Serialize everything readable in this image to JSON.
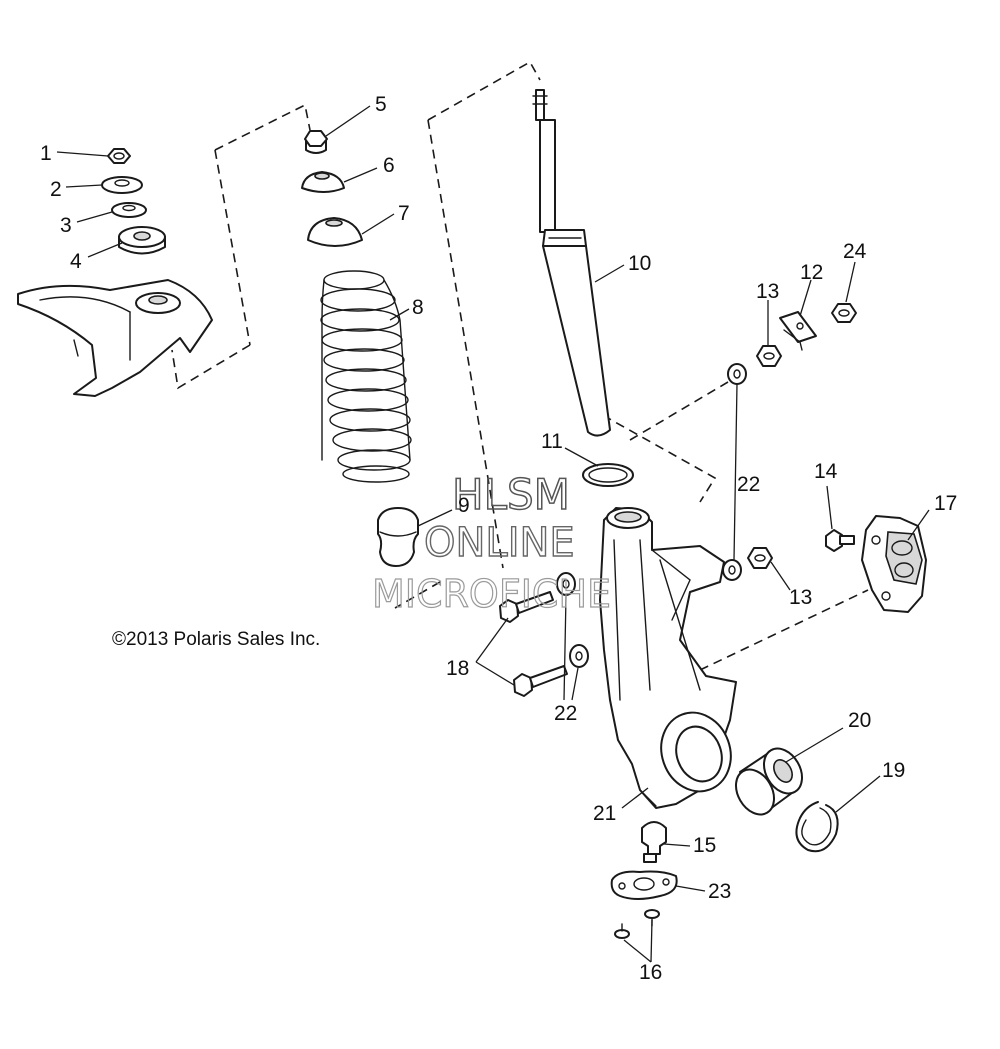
{
  "copyright": "©2013 Polaris Sales Inc.",
  "watermark": {
    "line1": "HLSM",
    "line2": "ONLINE",
    "line3": "MICROFICHE"
  },
  "callouts": {
    "c1": "1",
    "c2": "2",
    "c3": "3",
    "c4": "4",
    "c5": "5",
    "c6": "6",
    "c7": "7",
    "c8": "8",
    "c9": "9",
    "c10": "10",
    "c11": "11",
    "c12": "12",
    "c13a": "13",
    "c13b": "13",
    "c14": "14",
    "c15": "15",
    "c16": "16",
    "c17": "17",
    "c18": "18",
    "c19": "19",
    "c20": "20",
    "c21": "21",
    "c22a": "22",
    "c22b": "22",
    "c23": "23",
    "c24": "24"
  }
}
